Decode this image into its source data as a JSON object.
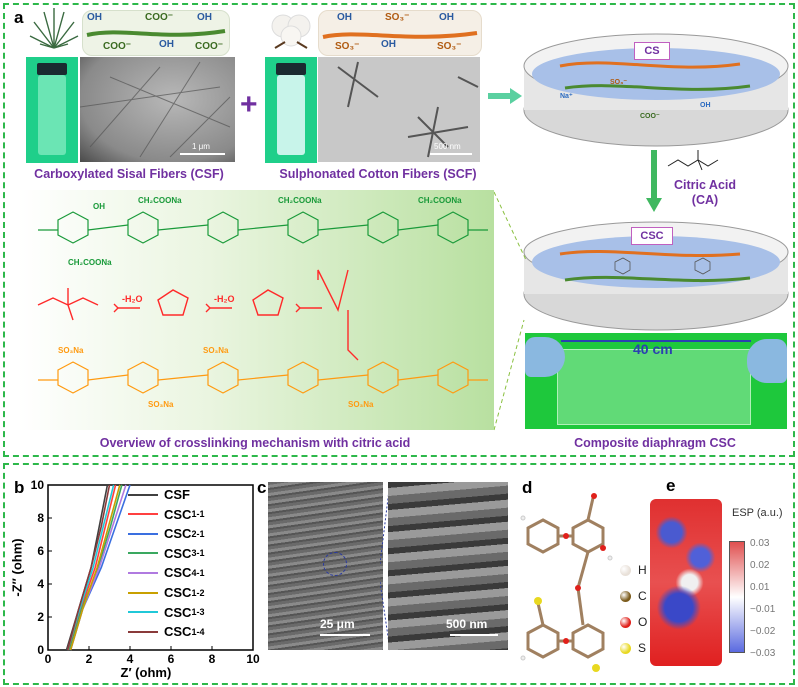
{
  "panel_a": {
    "label": "a",
    "csf_caption": "Carboxylated Sisal Fibers (CSF)",
    "scf_caption": "Sulphonated Cotton Fibers (SCF)",
    "plus": "+",
    "csf_groups": [
      "OH",
      "COO⁻",
      "OH",
      "COO⁻",
      "OH",
      "COO⁻"
    ],
    "scf_groups": [
      "OH",
      "SO₃⁻",
      "OH",
      "SO₃⁻",
      "OH",
      "SO₃⁻"
    ],
    "tem_scale_csf": "1 μm",
    "tem_scale_scf": "500 nm",
    "dish_cs_label": "CS",
    "dish_csc_label": "CSC",
    "citric_acid_label": "Citric Acid",
    "citric_acid_abbr": "(CA)",
    "photo_length": "40 cm",
    "photo_caption": "Composite diaphragm CSC",
    "mechanism_caption": "Overview of crosslinking mechanism with citric acid",
    "mechanism_water": [
      "-H₂O",
      "-H₂O"
    ],
    "mechanism_groups": {
      "ch2coona": "CH₂COONa",
      "so3na": "SO₃Na",
      "oh": "OH"
    },
    "ions": {
      "na": "Na⁺",
      "coo": "COO⁻",
      "so3": "SO₃⁻",
      "oh": "OH"
    }
  },
  "panel_b": {
    "label": "b"
  },
  "panel_c": {
    "label": "c",
    "scale_left": "25 μm",
    "scale_right": "500 nm"
  },
  "panel_d": {
    "label": "d",
    "legend": [
      "H",
      "C",
      "O",
      "S"
    ],
    "atom_colors": [
      "#e8e0d8",
      "#7a5a1a",
      "#e0201a",
      "#e8d820"
    ]
  },
  "panel_e": {
    "label": "e",
    "colorbar_title": "ESP (a.u.)",
    "colorbar_ticks": [
      "0.03",
      "0.02",
      "0.01",
      "−0.01",
      "−0.02",
      "−0.03"
    ]
  },
  "chart_data": {
    "type": "line",
    "xlabel": "Z′ (ohm)",
    "ylabel": "-Z″ (ohm)",
    "xlim": [
      0,
      10
    ],
    "ylim": [
      0,
      10
    ],
    "xticks": [
      "0",
      "2",
      "4",
      "6",
      "8",
      "10"
    ],
    "yticks": [
      "0",
      "2",
      "4",
      "6",
      "8",
      "10"
    ],
    "legend_position": "top-right",
    "series": [
      {
        "name": "CSF",
        "sub": "",
        "color": "#404040",
        "points": [
          [
            0.9,
            0
          ],
          [
            1.5,
            2.5
          ],
          [
            2.1,
            5
          ],
          [
            2.5,
            7.5
          ],
          [
            2.9,
            10
          ]
        ]
      },
      {
        "name": "CSC",
        "sub": "1-1",
        "color": "#ff4040",
        "points": [
          [
            1.0,
            0
          ],
          [
            1.6,
            2.5
          ],
          [
            2.3,
            5
          ],
          [
            2.8,
            7.5
          ],
          [
            3.3,
            10
          ]
        ]
      },
      {
        "name": "CSC",
        "sub": "2-1",
        "color": "#3a6fe0",
        "points": [
          [
            1.1,
            0
          ],
          [
            1.7,
            2.5
          ],
          [
            2.6,
            5
          ],
          [
            3.3,
            7.5
          ],
          [
            4.0,
            10
          ]
        ]
      },
      {
        "name": "CSC",
        "sub": "3-1",
        "color": "#3aa860",
        "points": [
          [
            1.05,
            0
          ],
          [
            1.65,
            2.5
          ],
          [
            2.45,
            5
          ],
          [
            3.05,
            7.5
          ],
          [
            3.6,
            10
          ]
        ]
      },
      {
        "name": "CSC",
        "sub": "4-1",
        "color": "#b07ae0",
        "points": [
          [
            1.1,
            0
          ],
          [
            1.7,
            2.5
          ],
          [
            2.5,
            5
          ],
          [
            3.15,
            7.5
          ],
          [
            3.8,
            10
          ]
        ]
      },
      {
        "name": "CSC",
        "sub": "1-2",
        "color": "#c8a000",
        "points": [
          [
            1.1,
            0
          ],
          [
            1.7,
            2.5
          ],
          [
            2.4,
            5
          ],
          [
            2.95,
            7.5
          ],
          [
            3.5,
            10
          ]
        ]
      },
      {
        "name": "CSC",
        "sub": "1-3",
        "color": "#20c8d8",
        "points": [
          [
            0.95,
            0
          ],
          [
            1.55,
            2.5
          ],
          [
            2.2,
            5
          ],
          [
            2.7,
            7.5
          ],
          [
            3.2,
            10
          ]
        ]
      },
      {
        "name": "CSC",
        "sub": "1-4",
        "color": "#8a3a3a",
        "points": [
          [
            0.95,
            0
          ],
          [
            1.5,
            2.5
          ],
          [
            2.1,
            5
          ],
          [
            2.6,
            7.5
          ],
          [
            3.0,
            10
          ]
        ]
      }
    ]
  }
}
